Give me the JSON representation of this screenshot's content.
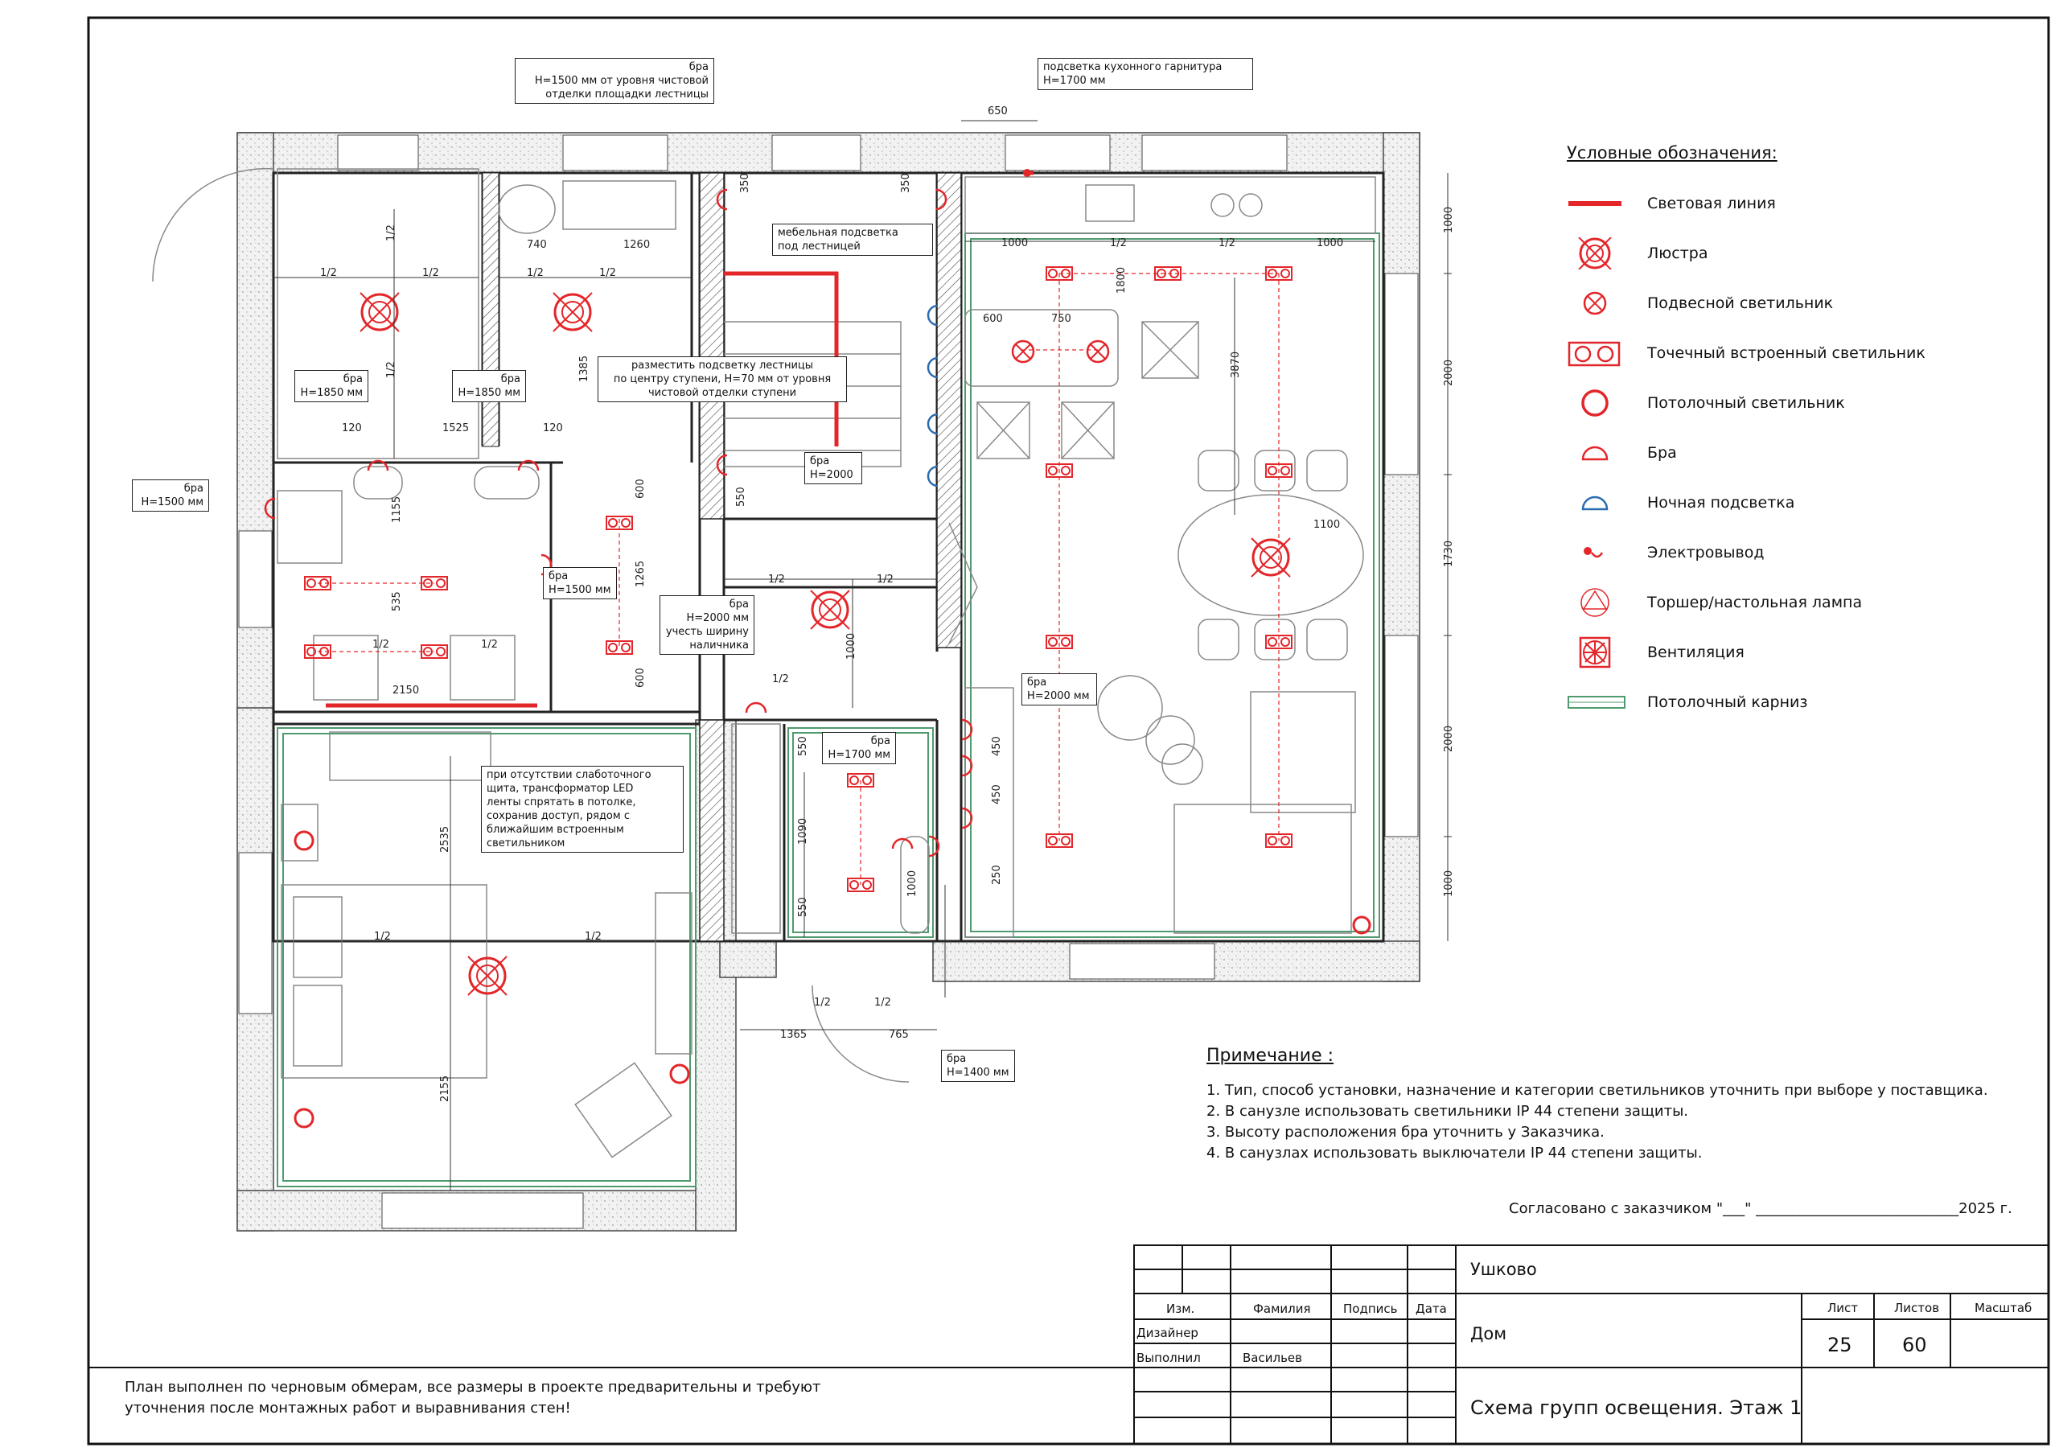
{
  "colors": {
    "light_line": "#e3262a",
    "fixture": "#e3262a",
    "night_light": "#2b6cb0",
    "cornice": "#4f9a6e",
    "wall_hatch": "#dcdcdc",
    "line": "#222222"
  },
  "legend": {
    "title": "Условные обозначения:",
    "items": [
      {
        "icon": "light-line-icon",
        "label": "Световая линия"
      },
      {
        "icon": "chandelier-icon",
        "label": "Люстра"
      },
      {
        "icon": "pendant-light-icon",
        "label": "Подвесной светильник"
      },
      {
        "icon": "recessed-spot-icon",
        "label": "Точечный встроенный светильник"
      },
      {
        "icon": "ceiling-light-icon",
        "label": "Потолочный светильник"
      },
      {
        "icon": "wall-sconce-icon",
        "label": "Бра"
      },
      {
        "icon": "night-light-icon",
        "label": "Ночная подсветка"
      },
      {
        "icon": "electrical-outlet-icon",
        "label": "Электровывод"
      },
      {
        "icon": "floor-lamp-icon",
        "label": "Торшер/настольная лампа"
      },
      {
        "icon": "ventilation-icon",
        "label": "Вентиляция"
      },
      {
        "icon": "ceiling-cornice-icon",
        "label": "Потолочный карниз"
      }
    ]
  },
  "callouts": {
    "stair_sconce": [
      "бра",
      "H=1500 мм от уровня чистовой",
      "отделки площадки лестницы"
    ],
    "kitchen_backlight": [
      "подсветка кухонного гарнитура",
      "H=1700 мм"
    ],
    "furniture_stair": [
      "мебельная подсветка",
      "под лестницей"
    ],
    "stair_steps": [
      "разместить подсветку лестницы",
      "по центру ступени, H=70 мм от уровня",
      "чистовой отделки ступени"
    ],
    "sconce_1850_a": [
      "бра",
      "H=1850 мм"
    ],
    "sconce_1850_b": [
      "бра",
      "H=1850 мм"
    ],
    "sconce_1500_left": [
      "бра",
      "H=1500 мм"
    ],
    "sconce_1500_bath": [
      "бра",
      "H=1500 мм"
    ],
    "sconce_2000_stair": [
      "бра",
      "H=2000"
    ],
    "sconce_2000_door": [
      "бра",
      "H=2000 мм",
      "учесть ширину",
      "наличника"
    ],
    "sconce_2000_living": [
      "бра",
      "H=2000 мм"
    ],
    "sconce_1700": [
      "бра",
      "H=1700 мм"
    ],
    "sconce_1400": [
      "бра",
      "H=1400 мм"
    ],
    "transformer": [
      "при отсутствии слаботочного",
      "щита, трансформатор LED",
      "ленты спрятать в потолке,",
      "сохранив доступ, рядом с",
      "ближайшим встроенным",
      "светильником"
    ]
  },
  "dimensions": {
    "d650": "650",
    "d350a": "350",
    "d350b": "350",
    "d740": "740",
    "d1260": "1260",
    "d1385": "1385",
    "d120a": "120",
    "d120b": "120",
    "d1525": "1525",
    "d1155": "1155",
    "d535": "535",
    "d2150": "2150",
    "d600a": "600",
    "d600b": "600",
    "d1265": "1265",
    "d550a": "550",
    "d550b": "550",
    "d550c": "550",
    "d1000a": "1000",
    "d1000b": "1000",
    "d1000c": "1000",
    "d1000d": "1000",
    "d1000e": "1000",
    "d1000f": "1000",
    "d600c": "600",
    "d750": "750",
    "d1800": "1800",
    "d3870": "3870",
    "d1100": "1100",
    "d2000a": "2000",
    "d1730": "1730",
    "d2000b": "2000",
    "d450a": "450",
    "d450b": "450",
    "d250": "250",
    "d1090": "1090",
    "d2535": "2535",
    "d2155": "2155",
    "d1365": "1365",
    "d765": "765",
    "half": "1/2"
  },
  "notes": {
    "title": "Примечание :",
    "items": [
      "1. Тип, способ установки, назначение и категории светильников уточнить при выборе у поставщика.",
      "2. В санузле использовать светильники IP 44 степени защиты.",
      "3. Высоту расположения бра уточнить у Заказчика.",
      "4. В санузлах использовать выключатели IP 44 степени защиты."
    ]
  },
  "approval": "Согласовано с заказчиком \"___\" ____________________________2025 г.",
  "bottom_note": [
    "План выполнен по черновым обмерам, все размеры в проекте предварительны и требуют",
    "уточнения после монтажных работ и выравнивания стен!"
  ],
  "title_block": {
    "location": "Ушково",
    "object": "Дом",
    "sheet_title": "Схема групп освещения. Этаж 1",
    "col_izm": "Изм.",
    "col_surname": "Фамилия",
    "col_signature": "Подпись",
    "col_date": "Дата",
    "role_designer": "Дизайнер",
    "role_performer": "Выполнил",
    "performer_name": "Васильев",
    "label_sheet": "Лист",
    "label_sheets": "Листов",
    "label_scale": "Масштаб",
    "sheet": "25",
    "sheets": "60",
    "scale": ""
  }
}
